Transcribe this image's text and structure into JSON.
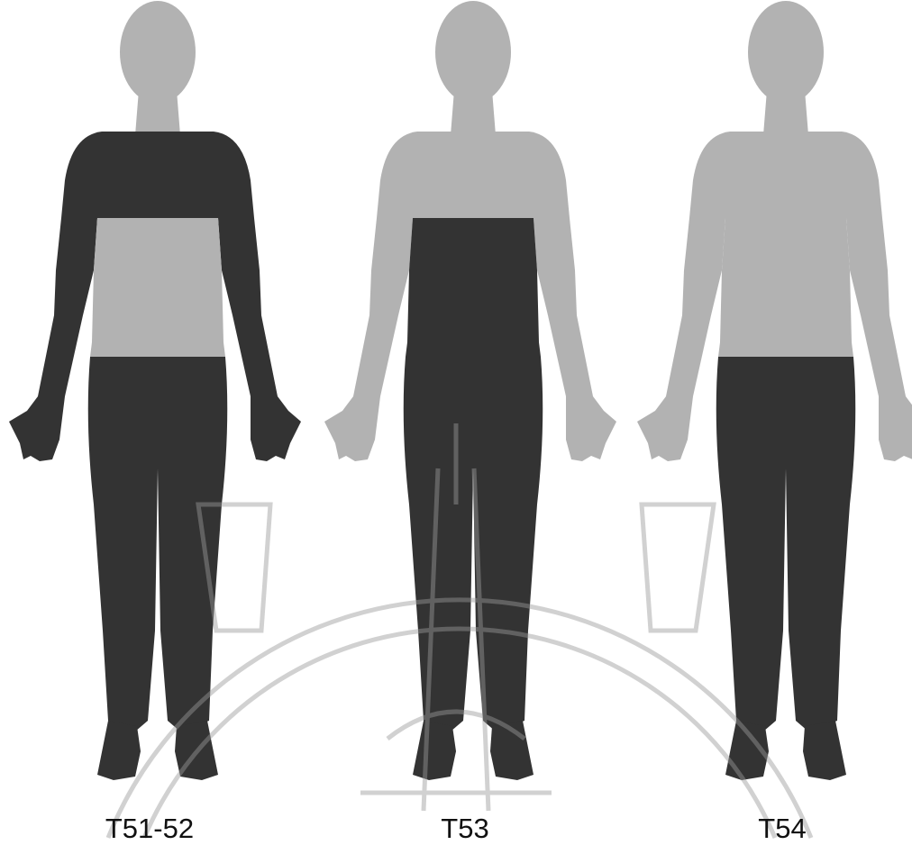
{
  "figures": [
    {
      "label": "T51-52",
      "regions": {
        "head": "light",
        "neck": "light",
        "shoulders": "dark",
        "upper_arms": "dark",
        "forearms": "dark",
        "hands": "dark",
        "torso": "light",
        "legs": "dark",
        "feet": "dark"
      }
    },
    {
      "label": "T53",
      "regions": {
        "head": "light",
        "neck": "light",
        "shoulders": "light",
        "upper_arms": "light",
        "forearms": "light",
        "hands": "light",
        "torso": "dark",
        "legs": "dark",
        "feet": "dark"
      }
    },
    {
      "label": "T54",
      "regions": {
        "head": "light",
        "neck": "light",
        "shoulders": "light",
        "upper_arms": "light",
        "forearms": "light",
        "hands": "light",
        "torso": "light",
        "legs": "dark",
        "feet": "dark"
      }
    }
  ],
  "colors": {
    "light": "#b2b2b2",
    "dark": "#333333",
    "background": "#ffffff",
    "watermark": "#9a9a9a",
    "caption": "#111111"
  }
}
